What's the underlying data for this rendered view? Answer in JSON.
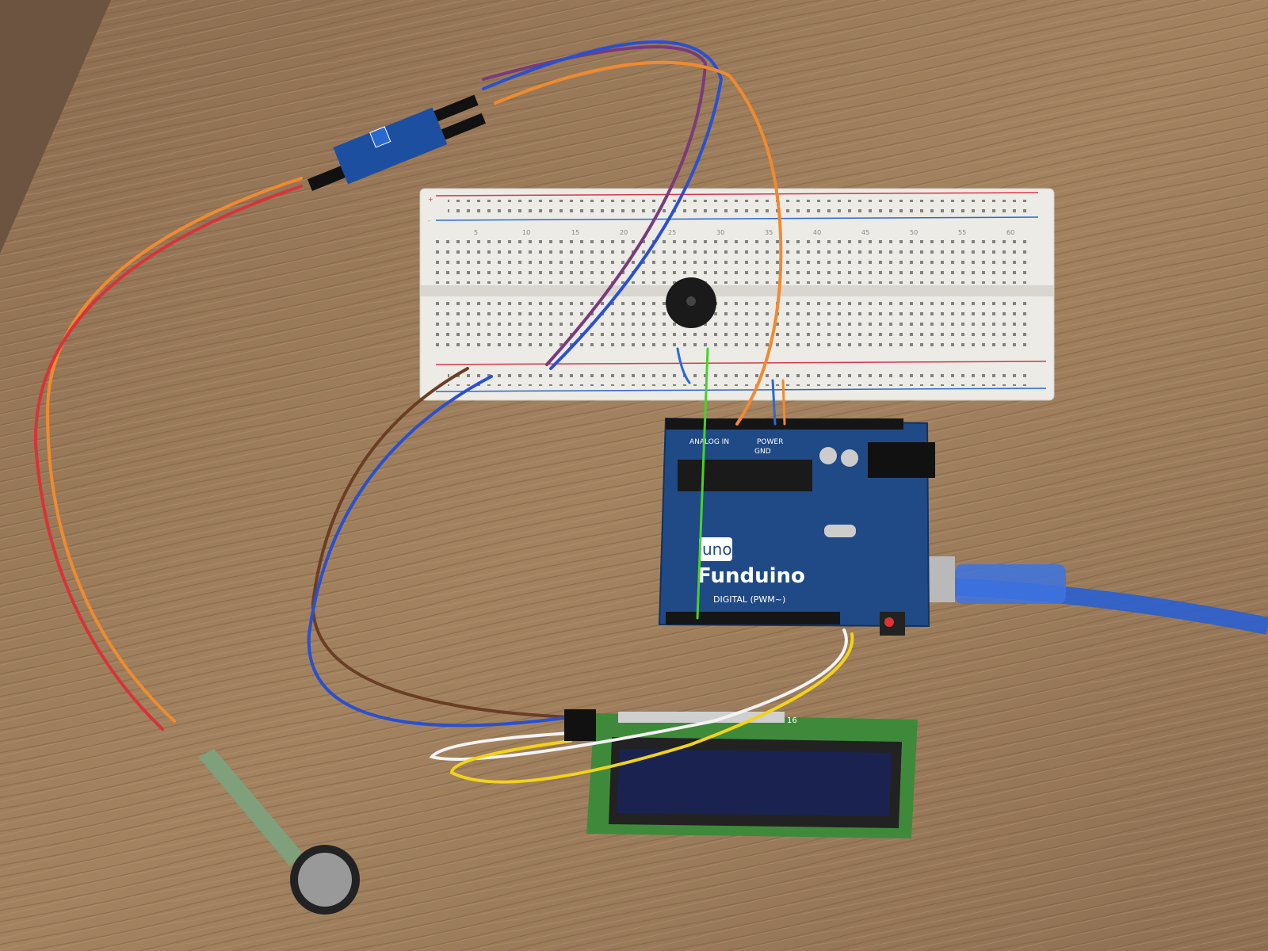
{
  "scene": {
    "board": {
      "brand": "Funduino",
      "model": "uno",
      "header_digital": "DIGITAL (PWM~)",
      "header_analog": "ANALOG IN",
      "header_power": "POWER",
      "gnd": "GND"
    },
    "breadboard": {
      "column_numbers": [
        "5",
        "10",
        "15",
        "20",
        "25",
        "30",
        "35",
        "40",
        "45",
        "50",
        "55",
        "60"
      ],
      "plus": "+",
      "minus": "-"
    },
    "lcd": {
      "pin_label": "16"
    },
    "colors": {
      "wood": "#9a7a5c",
      "board_blue": "#1f4a86",
      "breadboard": "#ecebe6",
      "lcd_pcb": "#3f8a3a",
      "lcd_screen": "#1a2350",
      "usb_cable": "#2a5fd0"
    }
  }
}
